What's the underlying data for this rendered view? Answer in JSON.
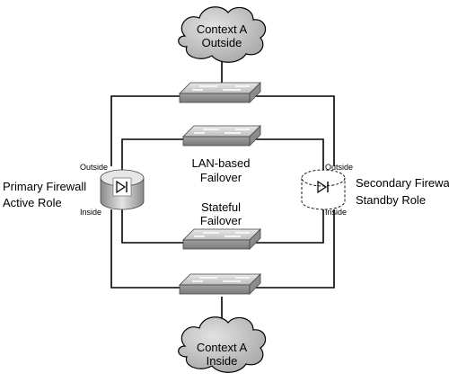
{
  "cloud_outside": {
    "line1": "Context A",
    "line2": "Outside"
  },
  "cloud_inside": {
    "line1": "Context A",
    "line2": "Inside"
  },
  "lan_failover": {
    "line1": "LAN-based",
    "line2": "Failover"
  },
  "stateful_failover": {
    "line1": "Stateful",
    "line2": "Failover"
  },
  "primary": {
    "title": "Primary Firewall",
    "role": "Active Role",
    "outside": "Outside",
    "inside": "Inside"
  },
  "secondary": {
    "title": "Secondary Firewall",
    "role": "Standby Role",
    "outside": "Outside",
    "inside": "Inside"
  },
  "colors": {
    "line": "#000000",
    "device_fill": "#b8b8b8",
    "device_top": "#dcdcdc",
    "cloud_fill": "#c8c8c8"
  }
}
